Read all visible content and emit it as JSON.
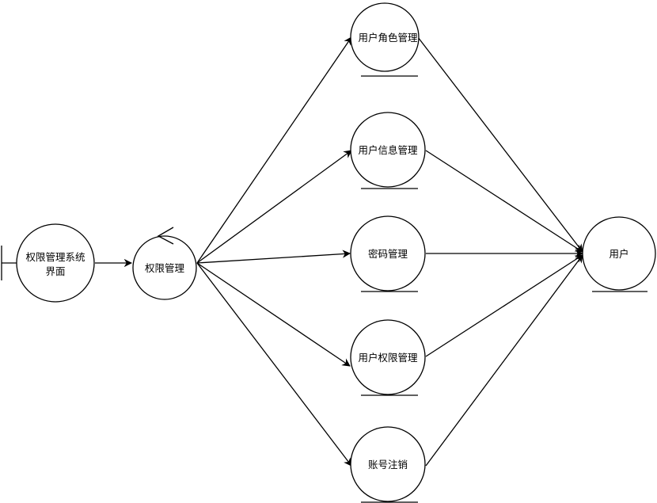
{
  "diagram": {
    "nodes": {
      "interface": {
        "line1": "权限管理系统",
        "line2": "界面",
        "kind": "boundary"
      },
      "control": {
        "label": "权限管理",
        "kind": "control"
      },
      "role": {
        "label": "用户角色管理",
        "kind": "entity"
      },
      "info": {
        "label": "用户信息管理",
        "kind": "entity"
      },
      "password": {
        "label": "密码管理",
        "kind": "entity"
      },
      "permission": {
        "label": "用户权限管理",
        "kind": "entity"
      },
      "cancel": {
        "label": "账号注销",
        "kind": "entity"
      },
      "user": {
        "label": "用户",
        "kind": "entity"
      }
    },
    "edges": [
      {
        "from": "interface",
        "to": "control"
      },
      {
        "from": "control",
        "to": "role"
      },
      {
        "from": "control",
        "to": "info"
      },
      {
        "from": "control",
        "to": "password"
      },
      {
        "from": "control",
        "to": "permission"
      },
      {
        "from": "control",
        "to": "cancel"
      },
      {
        "from": "role",
        "to": "user"
      },
      {
        "from": "info",
        "to": "user"
      },
      {
        "from": "password",
        "to": "user"
      },
      {
        "from": "permission",
        "to": "user"
      },
      {
        "from": "cancel",
        "to": "user"
      }
    ],
    "colors": {
      "stroke": "#000000",
      "fill": "#ffffff",
      "text": "#000000"
    }
  }
}
